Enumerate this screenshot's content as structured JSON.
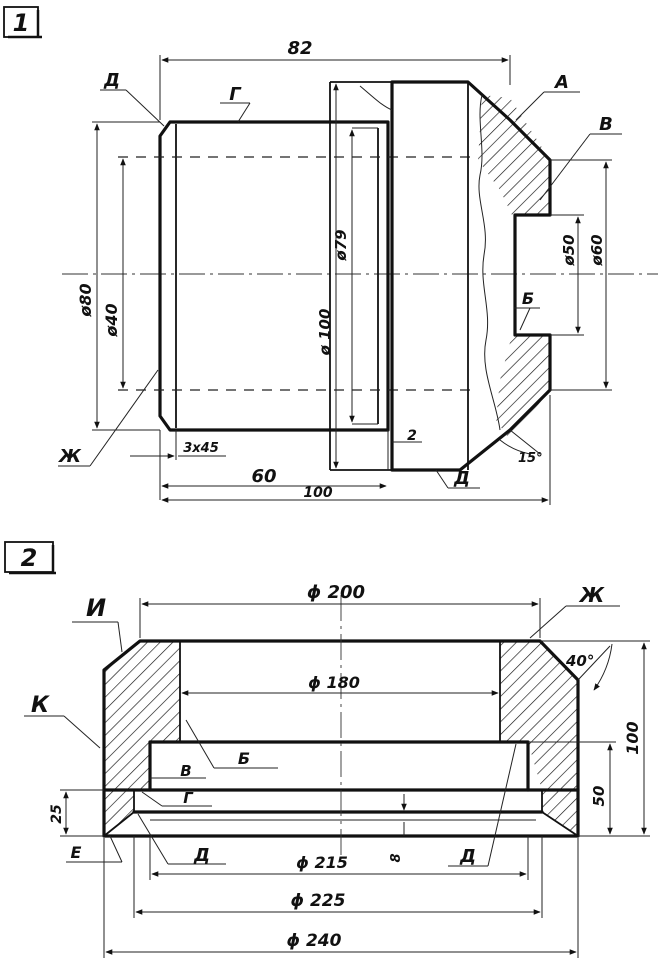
{
  "figure1": {
    "number": "1",
    "dims": {
      "d82": "82",
      "d79": "ø79",
      "d100v": "ø 100",
      "d80": "ø80",
      "d40": "ø40",
      "d50": "ø50",
      "d60": "ø60",
      "chamfer": "3x45",
      "gap": "2",
      "angle": "15°",
      "d60h": "60",
      "d100h": "100"
    },
    "labels": {
      "A": "А",
      "B": "Б",
      "V": "В",
      "G": "Г",
      "D_top": "Д",
      "D_bottom": "Д",
      "ZH": "Ж"
    }
  },
  "figure2": {
    "number": "2",
    "dims": {
      "d200": "ϕ 200",
      "d180": "ϕ 180",
      "d215": "ϕ 215",
      "d225": "ϕ 225",
      "d240": "ϕ 240",
      "h100": "100",
      "h50": "50",
      "h25": "25",
      "h8": "8",
      "angle": "40°"
    },
    "labels": {
      "I": "И",
      "ZH": "Ж",
      "K": "К",
      "B": "Б",
      "V": "В",
      "G": "Г",
      "D_left": "Д",
      "D_right": "Д",
      "E": "Е"
    }
  }
}
